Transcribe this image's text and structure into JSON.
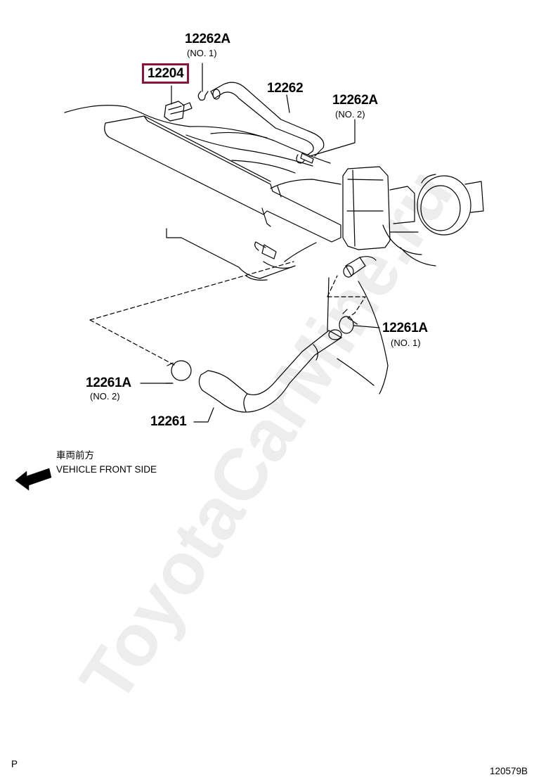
{
  "watermark": "ToyotaCarMine.ru",
  "parts": [
    {
      "id": "p12262A1",
      "number": "12262A",
      "sub": "(NO. 1)"
    },
    {
      "id": "p12204",
      "number": "12204",
      "sub": ""
    },
    {
      "id": "p12262",
      "number": "12262",
      "sub": ""
    },
    {
      "id": "p12262A2",
      "number": "12262A",
      "sub": "(NO. 2)"
    },
    {
      "id": "p12261A1",
      "number": "12261A",
      "sub": "(NO. 1)"
    },
    {
      "id": "p12261A2",
      "number": "12261A",
      "sub": "(NO. 2)"
    },
    {
      "id": "p12261",
      "number": "12261",
      "sub": ""
    }
  ],
  "direction": {
    "jp": "車両前方",
    "en": "VEHICLE FRONT SIDE"
  },
  "footer": {
    "left": "P",
    "right": "120579B"
  },
  "colors": {
    "highlight": "#8b1538",
    "line": "#000000"
  }
}
